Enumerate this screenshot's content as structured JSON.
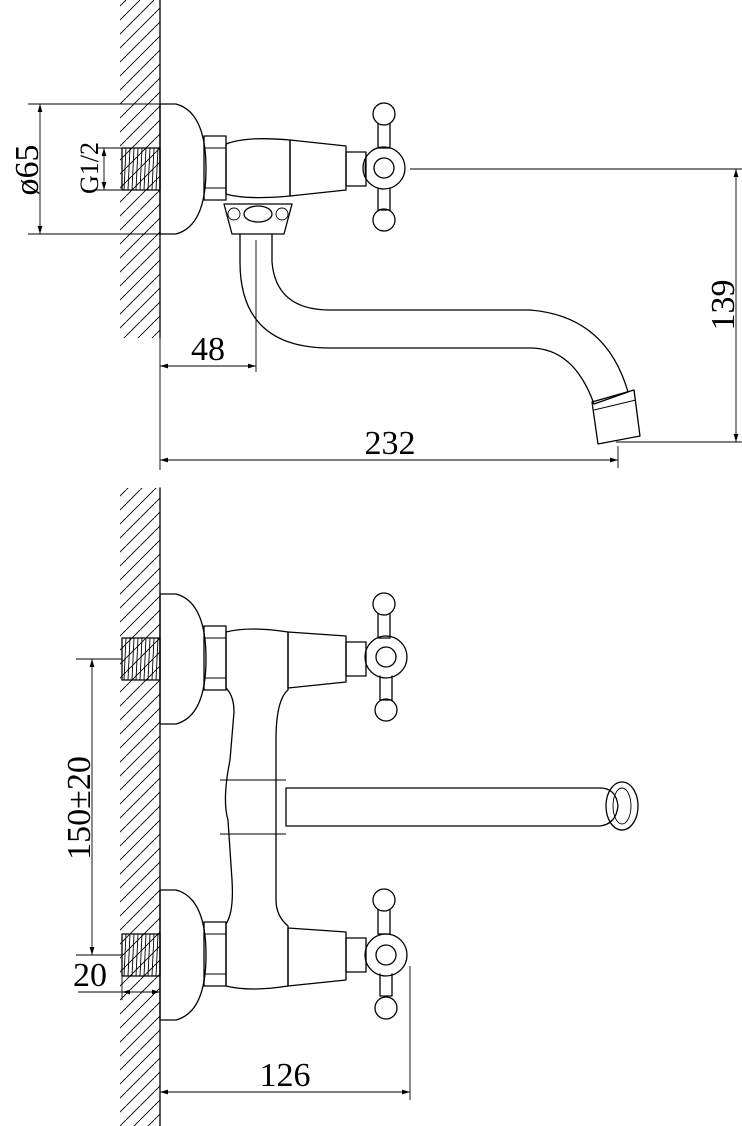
{
  "side_view": {
    "dims": {
      "flange_diameter": "ø65",
      "thread_size": "G1/2",
      "spout_height": "139",
      "inlet_offset": "48",
      "spout_reach": "232"
    }
  },
  "front_view": {
    "dims": {
      "inlet_spacing": "150±20",
      "thread_length": "20",
      "handle_projection": "126"
    }
  }
}
